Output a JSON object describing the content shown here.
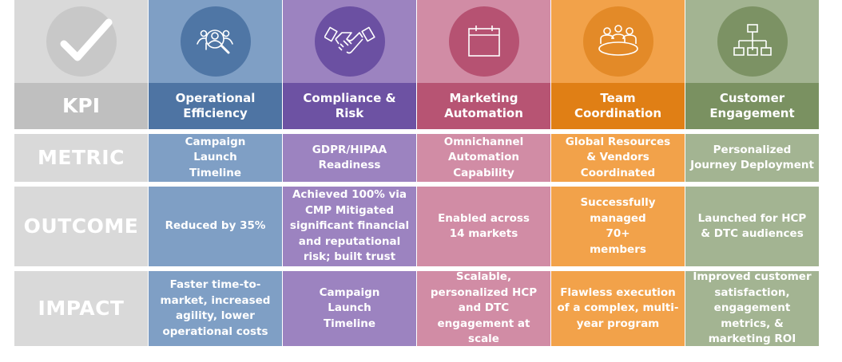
{
  "table": {
    "row_labels": {
      "kpi": "KPI",
      "metric": "METRIC",
      "outcome": "OUTCOME",
      "impact": "IMPACT"
    },
    "columns": [
      {
        "icon": "people-search-icon",
        "header_line1": "Operational",
        "header_line2": "Efficiency",
        "metric": "Campaign Launch Timeline",
        "outcome": "Reduced by 35%",
        "impact": "Faster time-to-market, increased agility, lower operational costs",
        "colors": {
          "light": "#7f9fc5",
          "dark": "#4e74a3",
          "circle": "#4f76a5"
        }
      },
      {
        "icon": "handshake-icon",
        "header_line1": "Compliance &",
        "header_line2": "Risk",
        "metric": "GDPR/HIPAA Readiness",
        "outcome": "Achieved 100% via CMP Mitigated significant financial and reputational risk; built trust",
        "impact": "Campaign Launch Timeline",
        "colors": {
          "light": "#9c83c0",
          "dark": "#6d52a3",
          "circle": "#6b50a2"
        }
      },
      {
        "icon": "calendar-icon",
        "header_line1": "Marketing",
        "header_line2": "Automation",
        "metric": "Omnichannel Automation Capability",
        "outcome": "Enabled across 14 markets",
        "impact": "Scalable, personalized HCP and DTC engagement at scale",
        "colors": {
          "light": "#d18ca5",
          "dark": "#b75473",
          "circle": "#b65272"
        }
      },
      {
        "icon": "meeting-table-icon",
        "header_line1": "Team",
        "header_line2": "Coordination",
        "metric": "Global Resources & Vendors Coordinated",
        "outcome": "Successfully managed 70+ members",
        "impact": "Flawless execution of a complex, multi-year program",
        "colors": {
          "light": "#f2a24a",
          "dark": "#e07f15",
          "circle": "#e38a28"
        }
      },
      {
        "icon": "org-chart-icon",
        "header_line1": "Customer",
        "header_line2": "Engagement",
        "metric": "Personalized Journey Deployment",
        "outcome": "Launched for HCP & DTC audiences",
        "impact": "Improved customer satisfaction, engagement metrics, & marketing ROI",
        "colors": {
          "light": "#a3b492",
          "dark": "#7a9161",
          "circle": "#7c9264"
        }
      }
    ],
    "label_column_colors": {
      "light": "#d9d9d9",
      "dark": "#bfbfbf",
      "circle": "#c8c8c8"
    },
    "kpi_icon": "checkmark-icon"
  }
}
